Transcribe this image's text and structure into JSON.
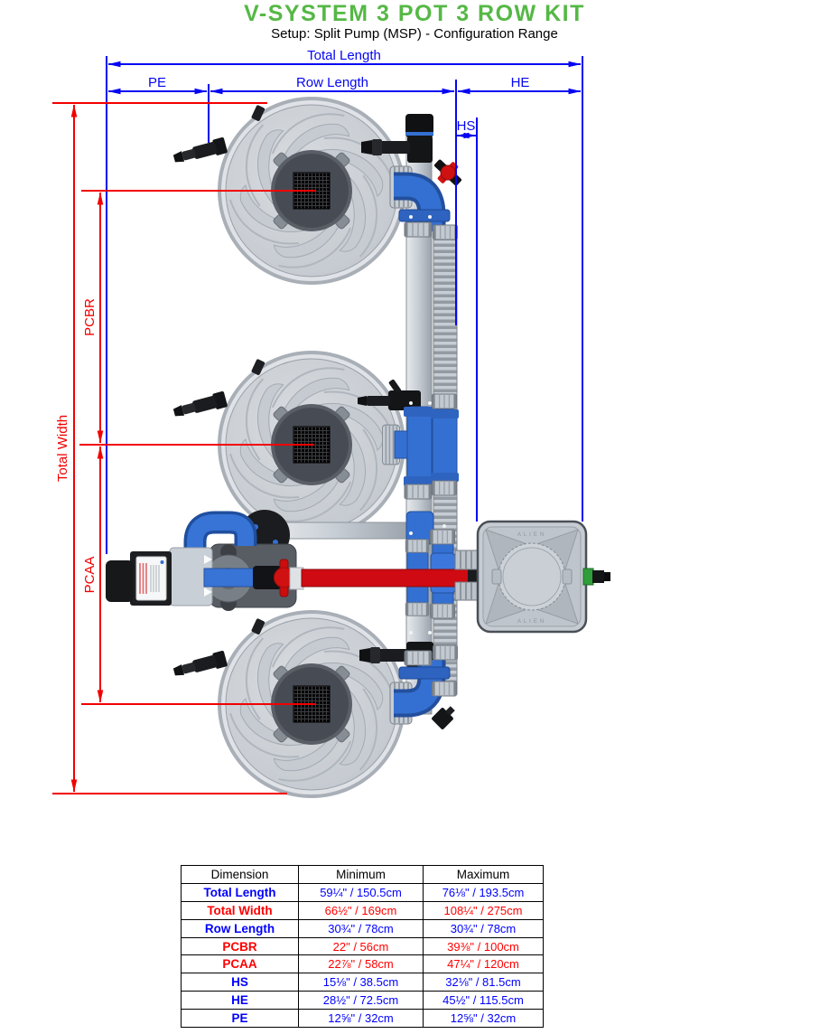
{
  "title": "V-SYSTEM 3 POT 3 ROW KIT",
  "subtitle": "Setup: Split Pump (MSP) - Configuration Range",
  "colors": {
    "title_green": "#55b845",
    "dimension_blue": "#0606f2",
    "dimension_red": "#f20000",
    "table_blue": "#0000ff",
    "table_red": "#ff0000",
    "fitting_blue": "#3470d2",
    "pipe_red": "#cf0a12"
  },
  "dimensions": {
    "total_length": "Total Length",
    "pe": "PE",
    "row_length": "Row Length",
    "he": "HE",
    "hs": "HS",
    "total_width": "Total Width",
    "pcbr": "PCBR",
    "pcaa": "PCAA"
  },
  "reservoir": {
    "brand": "ALIEN"
  },
  "table": {
    "headers": [
      "Dimension",
      "Minimum",
      "Maximum"
    ],
    "rows": [
      {
        "dimension": "Total Length",
        "min": "59¼\" / 150.5cm",
        "max": "76⅛\" / 193.5cm",
        "color": "blue"
      },
      {
        "dimension": "Total Width",
        "min": "66½\" / 169cm",
        "max": "108¼\" / 275cm",
        "color": "red"
      },
      {
        "dimension": "Row Length",
        "min": "30¾\" / 78cm",
        "max": "30¾\" / 78cm",
        "color": "blue"
      },
      {
        "dimension": "PCBR",
        "min": "22\" / 56cm",
        "max": "39⅜\" / 100cm",
        "color": "red"
      },
      {
        "dimension": "PCAA",
        "min": "22⅞\" / 58cm",
        "max": "47¼\" / 120cm",
        "color": "red"
      },
      {
        "dimension": "HS",
        "min": "15⅛\" / 38.5cm",
        "max": "32⅛\" / 81.5cm",
        "color": "blue"
      },
      {
        "dimension": "HE",
        "min": "28½\" / 72.5cm",
        "max": "45½\" / 115.5cm",
        "color": "blue"
      },
      {
        "dimension": "PE",
        "min": "12⅝\" / 32cm",
        "max": "12⅝\" / 32cm",
        "color": "blue"
      }
    ]
  }
}
